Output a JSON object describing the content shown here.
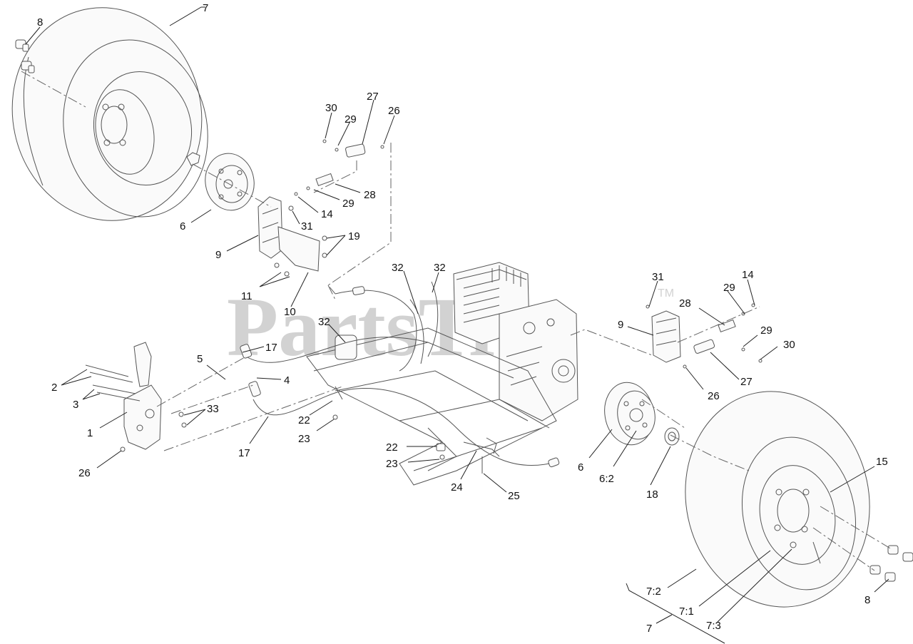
{
  "watermark": {
    "text": "PartsTree",
    "tm": "TM"
  },
  "callouts": {
    "c_8a": "8",
    "c_7a": "7",
    "c_6a": "6",
    "c_9a": "9",
    "c_30a": "30",
    "c_29a": "29",
    "c_27a": "27",
    "c_26a": "26",
    "c_28a": "28",
    "c_29b": "29",
    "c_14a": "14",
    "c_31a": "31",
    "c_19": "19",
    "c_11": "11",
    "c_10": "10",
    "c_32a": "32",
    "c_32b": "32",
    "c_32c": "32",
    "c_31b": "31",
    "c_14b": "14",
    "c_29c": "29",
    "c_28b": "28",
    "c_9b": "9",
    "c_29d": "29",
    "c_30b": "30",
    "c_26b": "26",
    "c_27b": "27",
    "c_2": "2",
    "c_3": "3",
    "c_1": "1",
    "c_5": "5",
    "c_17a": "17",
    "c_4": "4",
    "c_33": "33",
    "c_26c": "26",
    "c_17b": "17",
    "c_22a": "22",
    "c_23a": "23",
    "c_22b": "22",
    "c_23b": "23",
    "c_24": "24",
    "c_25": "25",
    "c_6b": "6",
    "c_62": "6:2",
    "c_18": "18",
    "c_15": "15",
    "c_72": "7:2",
    "c_71": "7:1",
    "c_73": "7:3",
    "c_7b": "7",
    "c_8b": "8"
  }
}
